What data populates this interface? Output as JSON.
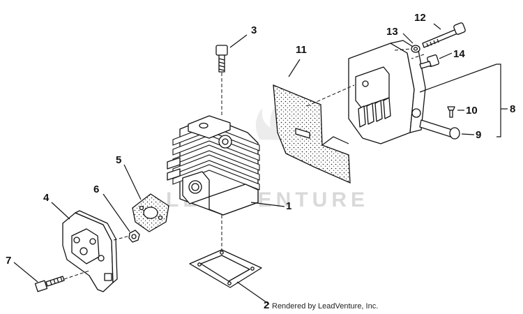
{
  "watermark": "LEADVENTURE",
  "credit": "Rendered by LeadVenture, Inc.",
  "callouts": [
    "1",
    "2",
    "3",
    "4",
    "5",
    "6",
    "7",
    "8",
    "9",
    "10",
    "11",
    "12",
    "13",
    "14"
  ],
  "colors": {
    "line": "#111111",
    "background": "#ffffff",
    "watermark": "#d9d9d9"
  }
}
